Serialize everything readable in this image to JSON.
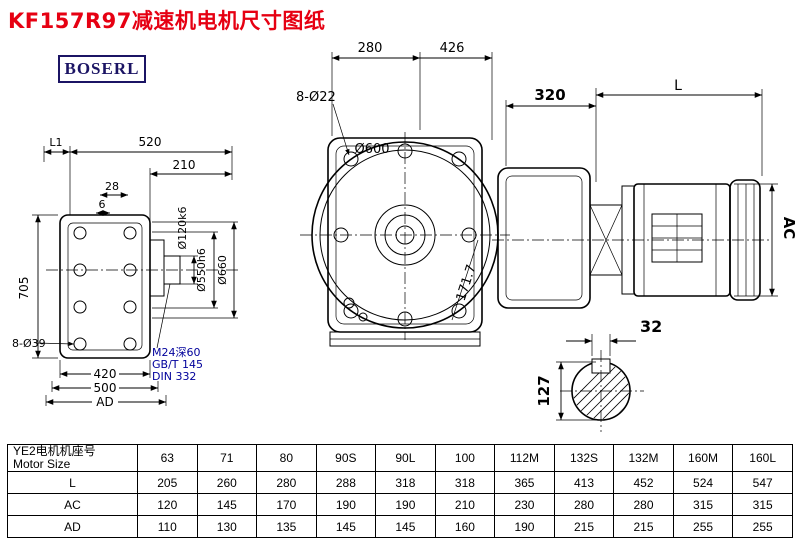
{
  "page": {
    "title": "KF157R97减速机电机尺寸图纸",
    "logo": "BOSERL"
  },
  "colors": {
    "title_red": "#e60012",
    "note_blue": "#00009b",
    "logo_navy": "#1b1464",
    "line_black": "#000000"
  },
  "dims": {
    "d280": "280",
    "d426": "426",
    "d8o22": "8-Ø22",
    "d600": "Ø600",
    "d1717": "171.7",
    "d320": "320",
    "dL": "L",
    "dAC": "AC",
    "dL1": "L1",
    "d520": "520",
    "d210": "210",
    "d28": "28",
    "d6": "6",
    "d705": "705",
    "d120": "Ø120k6",
    "d550": "Ø550h6",
    "d660": "Ø660",
    "d8o39": "8-Ø39",
    "d420": "420",
    "d500": "500",
    "dAD": "AD",
    "note_m24": "M24深60",
    "note_gbt": "GB/T 145",
    "note_din": "DIN 332",
    "d32": "32",
    "d127": "127"
  },
  "table": {
    "header_cn": "YE2电机机座号",
    "header_en": "Motor Size",
    "sizes": [
      "63",
      "71",
      "80",
      "90S",
      "90L",
      "100",
      "112M",
      "132S",
      "132M",
      "160M",
      "160L"
    ],
    "rows": [
      {
        "label": "L",
        "values": [
          "205",
          "260",
          "280",
          "288",
          "318",
          "318",
          "365",
          "413",
          "452",
          "524",
          "547"
        ]
      },
      {
        "label": "AC",
        "values": [
          "120",
          "145",
          "170",
          "190",
          "190",
          "210",
          "230",
          "280",
          "280",
          "315",
          "315"
        ]
      },
      {
        "label": "AD",
        "values": [
          "110",
          "130",
          "135",
          "145",
          "145",
          "160",
          "190",
          "215",
          "215",
          "255",
          "255"
        ]
      }
    ]
  }
}
